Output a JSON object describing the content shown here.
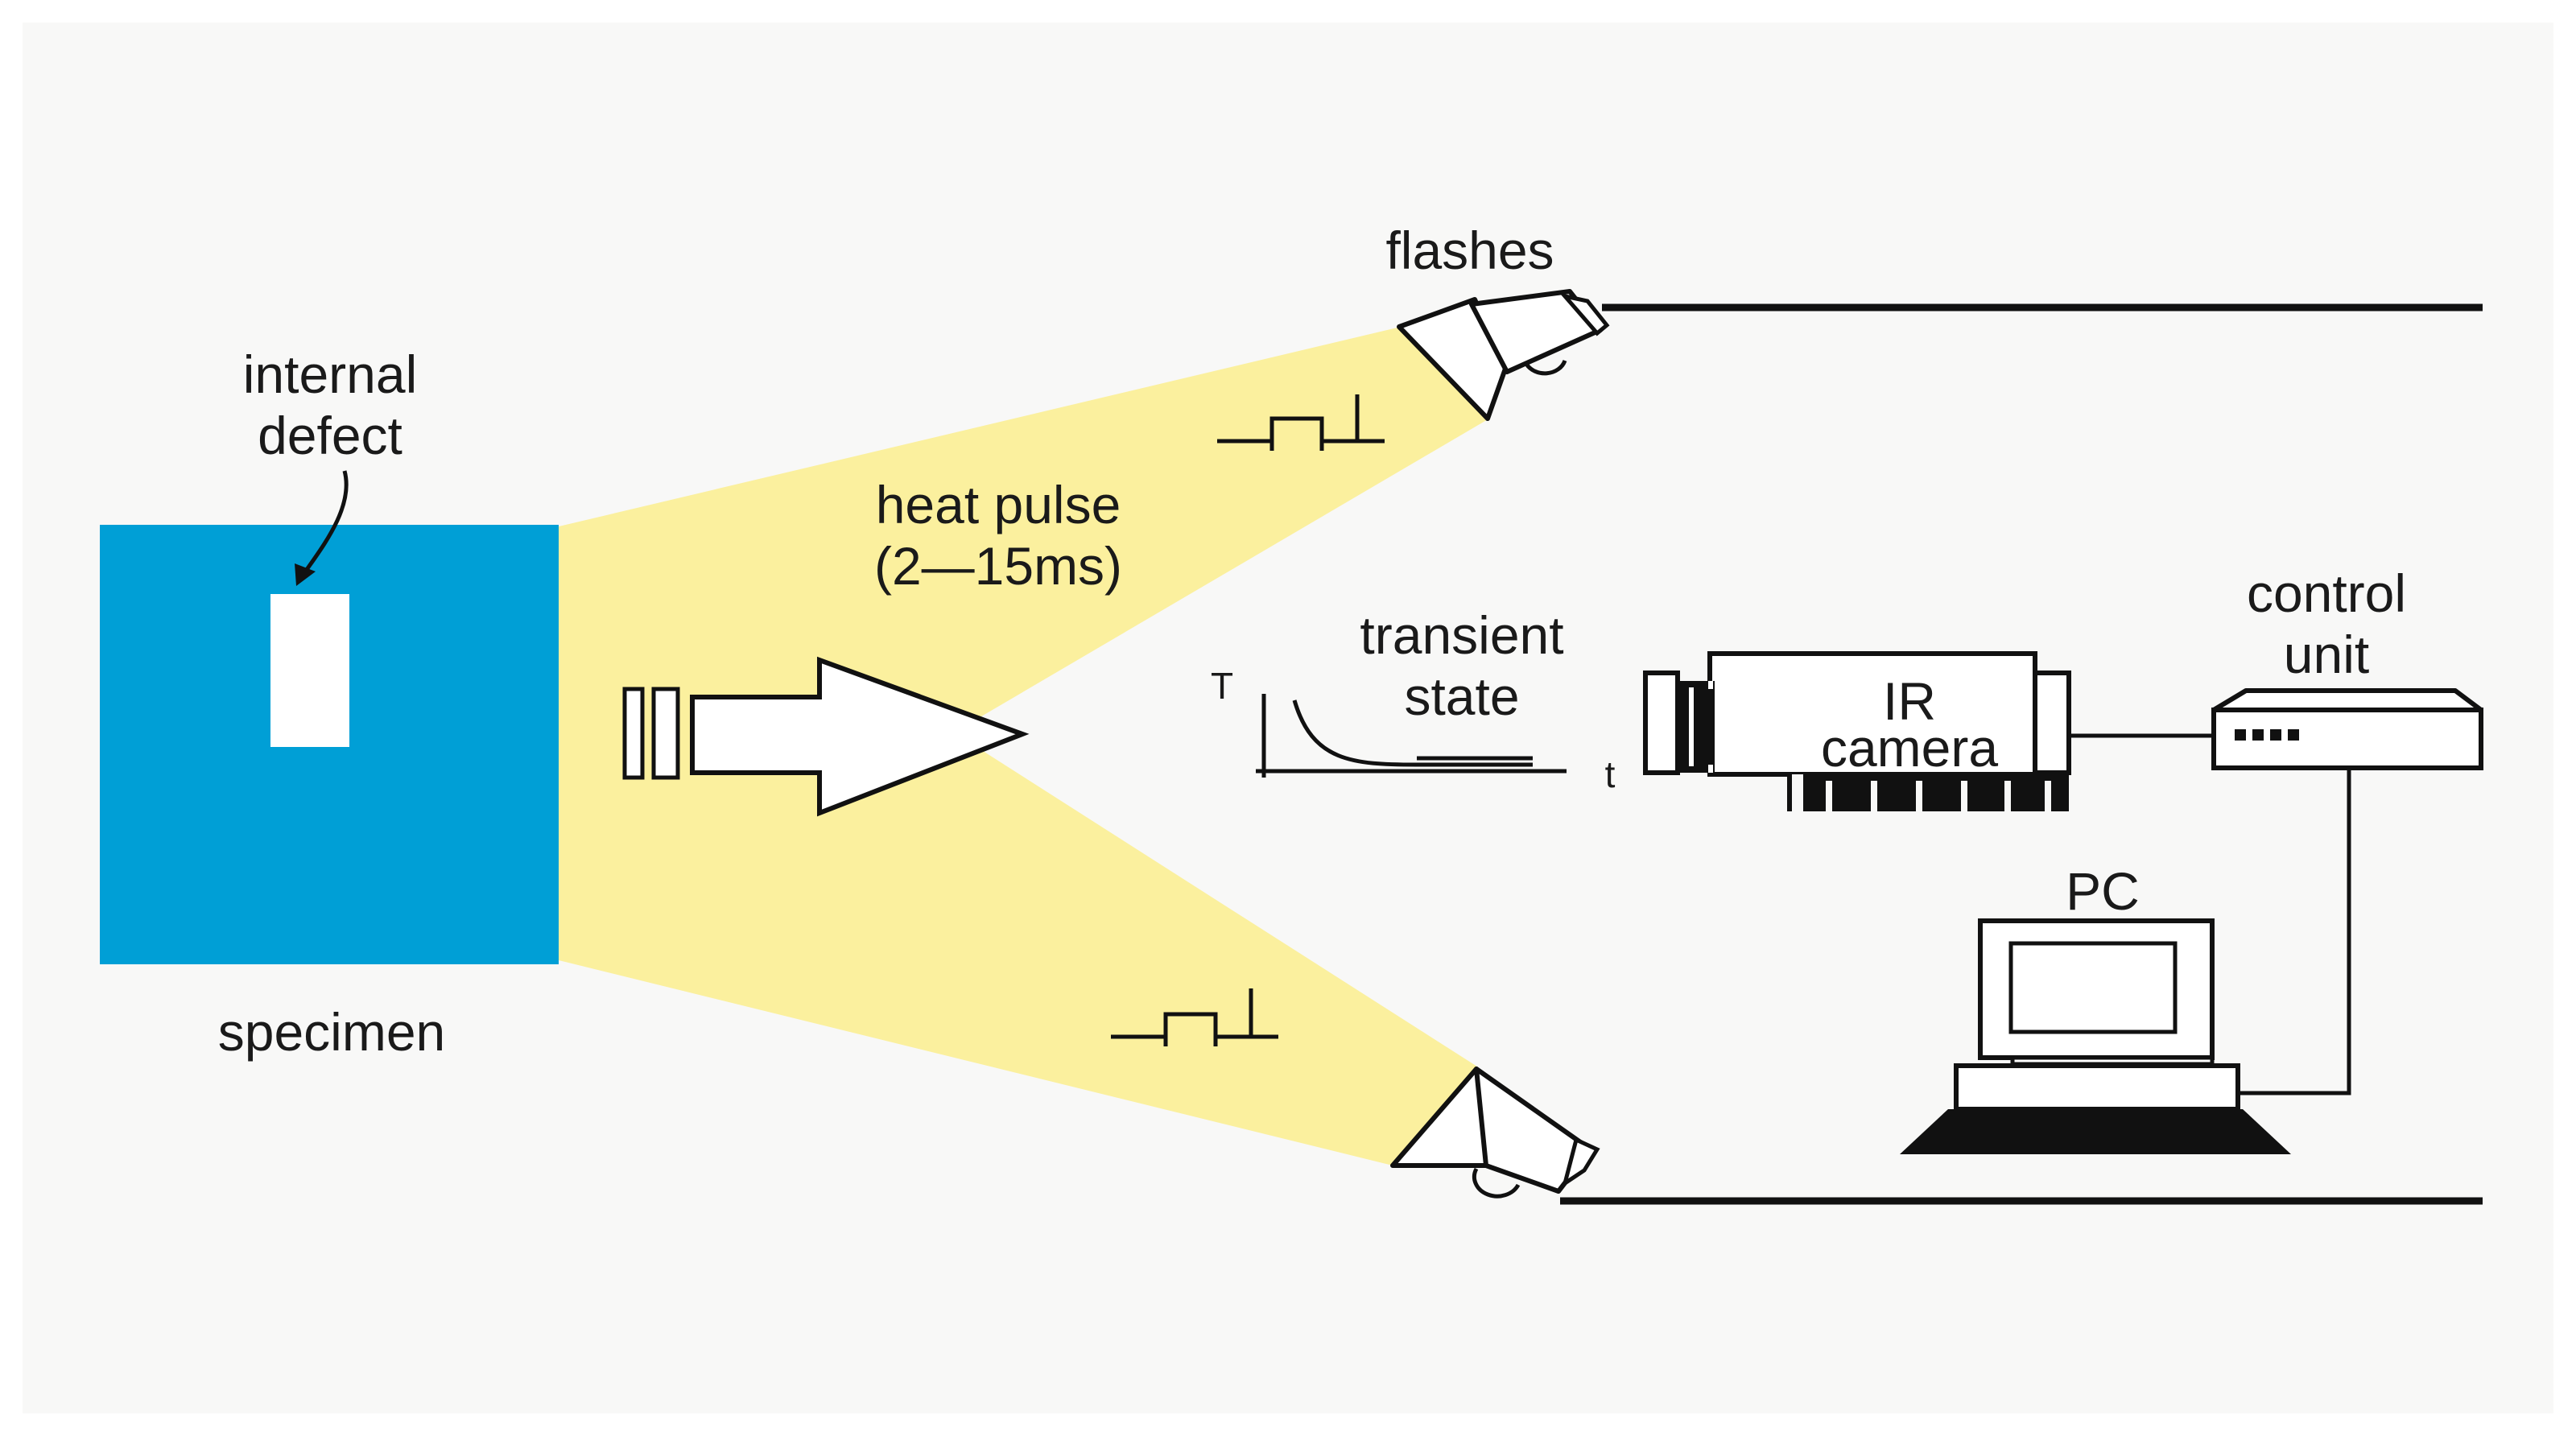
{
  "colors": {
    "background": "#f8f8f7",
    "specimen": "#009fd6",
    "beam": "#fbf09e",
    "defect": "#ffffff",
    "ink": "#111111"
  },
  "labels": {
    "flashes": "flashes",
    "internal_defect_line1": "internal",
    "internal_defect_line2": "defect",
    "specimen": "specimen",
    "heat_pulse_line1": "heat pulse",
    "heat_pulse_line2": "(2—15ms)",
    "transient_line1": "transient",
    "transient_line2": "state",
    "graph_y_axis": "T",
    "graph_x_axis": "t",
    "ir_camera_line1": "IR",
    "ir_camera_line2": "camera",
    "control_unit_line1": "control",
    "control_unit_line2": "unit",
    "pc": "PC"
  },
  "icons": {
    "flash_top": "flash-lamp-icon",
    "flash_bottom": "flash-lamp-icon",
    "ir_camera": "infrared-camera-icon",
    "control_unit": "control-unit-box-icon",
    "pc": "desktop-computer-icon",
    "heat_arrow": "heat-arrow-icon",
    "pulse_top": "square-pulse-icon",
    "pulse_bottom": "square-pulse-icon",
    "decay_graph": "temperature-decay-graph-icon"
  }
}
